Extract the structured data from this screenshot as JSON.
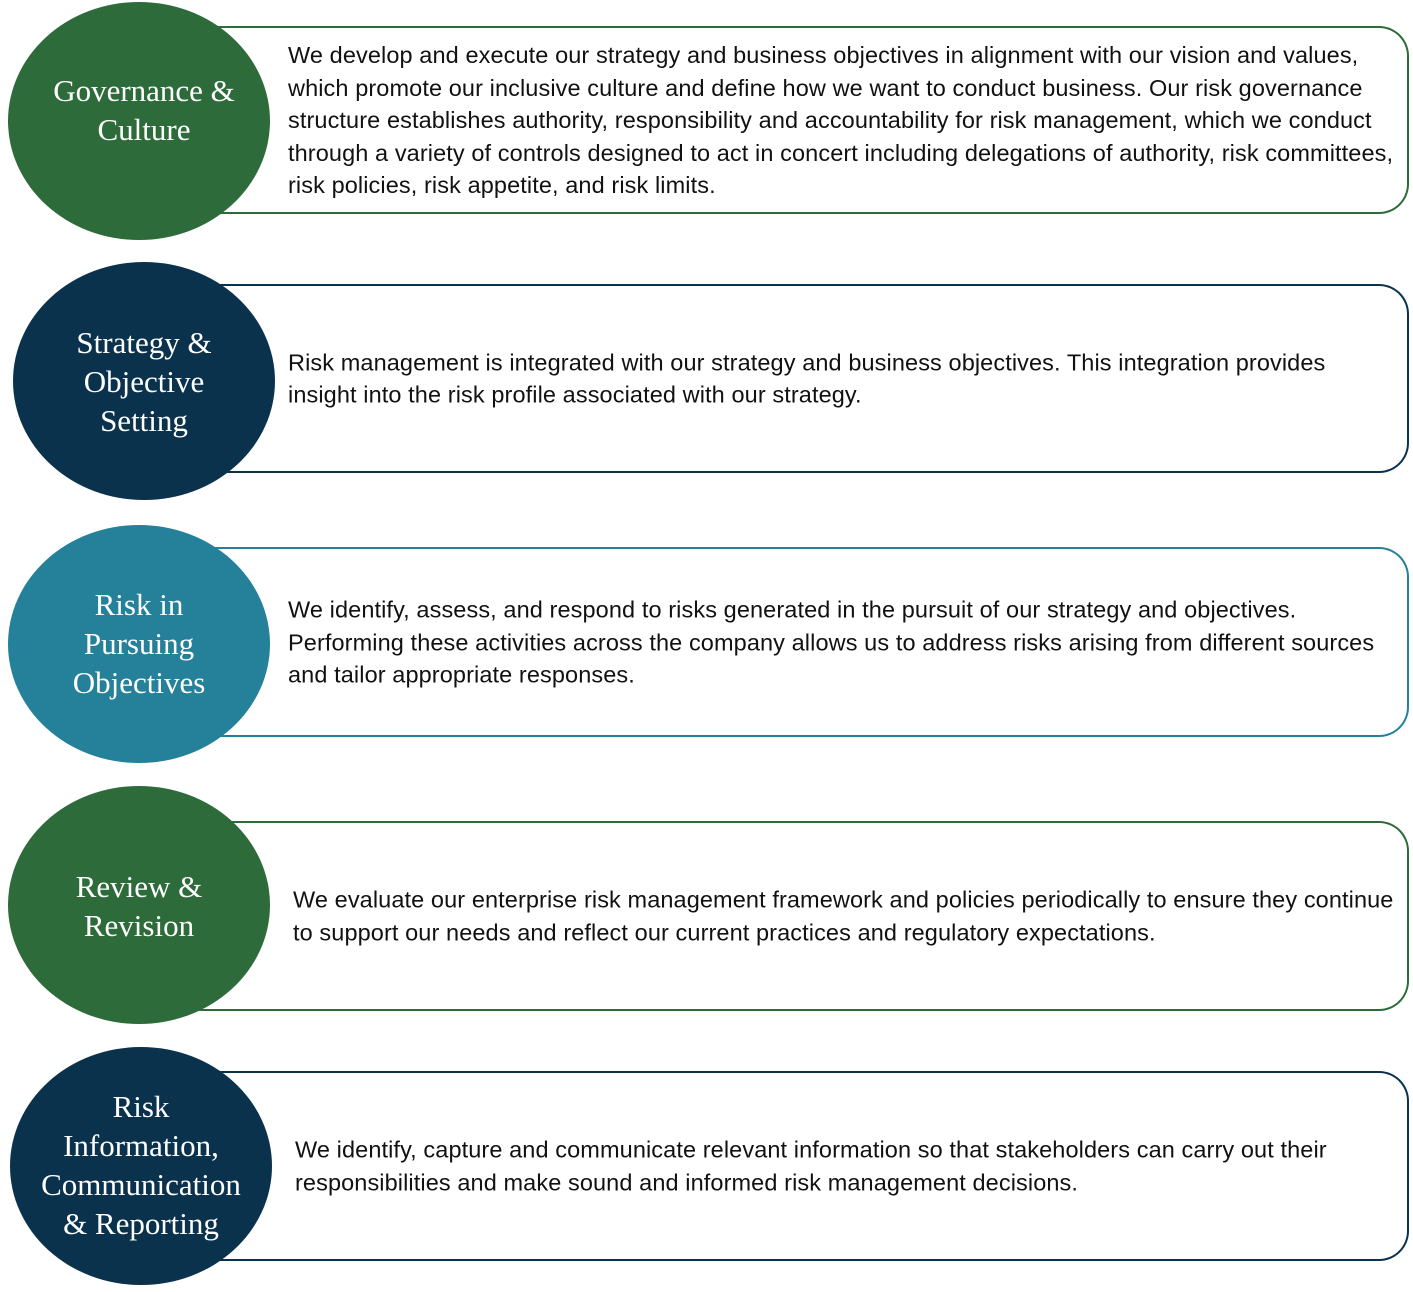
{
  "colors": {
    "green": "#2e6b3a",
    "navy": "#0b324d",
    "teal": "#25819a"
  },
  "rows": [
    {
      "label": "Governance &\nCulture",
      "color": "green",
      "text": "We develop and execute our strategy and business objectives in alignment with our vision and values, which promote our inclusive culture and define how we want to conduct business. Our risk governance structure establishes authority, responsibility and accountability for risk management, which we conduct through a variety of controls designed to act in concert including delegations of authority, risk committees, risk policies, risk appetite, and risk limits."
    },
    {
      "label": "Strategy &\nObjective\nSetting",
      "color": "navy",
      "text": "Risk management is integrated with our strategy and business objectives. This integration provides insight into the risk profile associated with our strategy."
    },
    {
      "label": "Risk in\nPursuing\nObjectives",
      "color": "teal",
      "text": "We identify, assess, and respond to risks generated in the pursuit of our strategy and objectives. Performing these activities across the company allows us to address risks arising from different sources and tailor appropriate responses."
    },
    {
      "label": "Review &\nRevision",
      "color": "green",
      "text": "We evaluate our enterprise risk management framework and policies periodically to ensure they continue to support our needs and reflect our current practices and regulatory expectations."
    },
    {
      "label": "Risk\nInformation,\nCommunication\n& Reporting",
      "color": "navy",
      "text": "We identify, capture and communicate relevant information so that stakeholders can carry out their responsibilities and make sound and informed risk management decisions."
    }
  ]
}
